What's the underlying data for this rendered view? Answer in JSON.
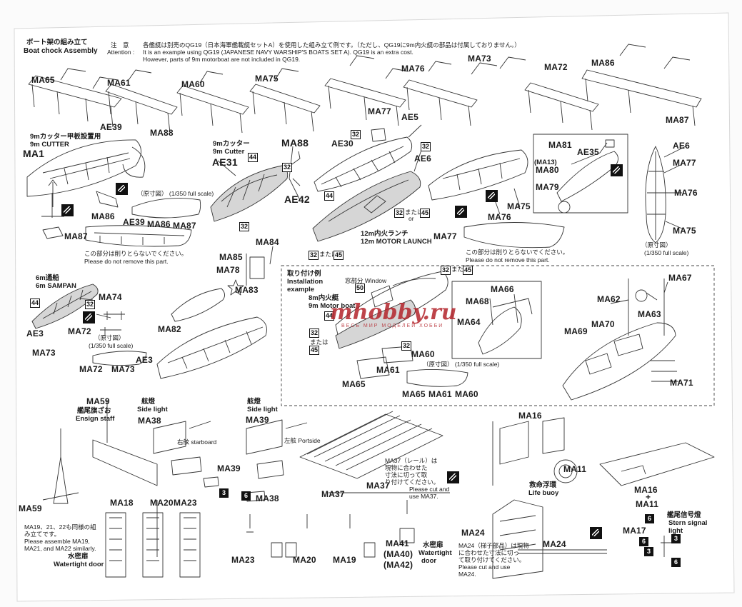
{
  "header": {
    "title_jp": "ボート架の組み立て",
    "title_en": "Boat chock Assembly",
    "attention_jp_label": "注　意",
    "attention_en_label": "Attention :",
    "attention_jp": "各艦艇は別売のQG19（日本海軍艦載艇セットA）を使用した組み立て例です。（ただし、QG19に9m内火艇の部品は付属しておりません。）",
    "attention_en_1": "It is an example using QG19 (JAPANESE NAVY WARSHIP'S BOATS SET A). QG19 is an extra cost.",
    "attention_en_2": "However, parts of 9m motorboat are not included in QG19."
  },
  "labels": {
    "ma65": "MA65",
    "ma61": "MA61",
    "ma60": "MA60",
    "ma75": "MA75",
    "ma76": "MA76",
    "ma77": "MA77",
    "ma73": "MA73",
    "ma72": "MA72",
    "ma86": "MA86",
    "ma87": "MA87",
    "ae5": "AE5",
    "ae6": "AE6",
    "ae39": "AE39",
    "ma88": "MA88",
    "ma1": "MA1",
    "ae30": "AE30",
    "ae31": "AE31",
    "ae42": "AE42",
    "ma81": "MA81",
    "ae35": "AE35",
    "ma13": "(MA13)",
    "ma80": "MA80",
    "ma79": "MA79",
    "ma84": "MA84",
    "ma85": "MA85",
    "ma78": "MA78",
    "ma83": "MA83",
    "ma74": "MA74",
    "ae3": "AE3",
    "ma82": "MA82",
    "ma67": "MA67",
    "ma62": "MA62",
    "ma63": "MA63",
    "ma66": "MA66",
    "ma68": "MA68",
    "ma64": "MA64",
    "ma69": "MA69",
    "ma70": "MA70",
    "ma71": "MA71",
    "ma59": "MA59",
    "ma38": "MA38",
    "ma39": "MA39",
    "ma16": "MA16",
    "ma11": "MA11",
    "ma18": "MA18",
    "ma20": "MA20",
    "ma23": "MA23",
    "ma37": "MA37",
    "ma19": "MA19",
    "ma41": "MA41",
    "ma40": "(MA40)",
    "ma42": "(MA42)",
    "ma24": "MA24",
    "ma17": "MA17"
  },
  "notes": {
    "cutter9_jp": "9mカッター甲板設置用",
    "cutter9_en": "9m CUTTER",
    "cutter9b_jp": "9mカッター",
    "cutter9b_en": "9m Cutter",
    "launch12_jp": "12m内火ランチ",
    "launch12_en": "12m MOTOR LAUNCH",
    "sampan_jp": "6m通船",
    "sampan_en": "6m SAMPAN",
    "fullscale_jp": "（原寸図）",
    "fullscale_en": "(1/350 full scale)",
    "donot_jp": "この部分は削りとらないでください。",
    "donot_en": "Please do not remove this part.",
    "install_jp": "取り付け例",
    "install_en": "Installation example",
    "window": "窓部分 Window",
    "motorboat_jp": "8m内火艇",
    "motorboat_en": "9m Motor boat",
    "or_jp": "または",
    "or_en": "or",
    "side_light_jp": "舷燈",
    "side_light_en": "Side light",
    "starboard": "右舷 starboard",
    "portside": "左舷 Portside",
    "ensign_jp": "艦尾旗ざお",
    "ensign_en": "Ensign staff",
    "buoy_jp": "救命浮環",
    "buoy_en": "Life buoy",
    "stern_jp": "艦尾信号燈",
    "stern_en1": "Stern signal",
    "stern_en2": "light",
    "wtd_jp": "水密扉",
    "wtd_en": "Watertight door",
    "wtd2_en1": "Watertight",
    "wtd2_en2": "door",
    "ma19_jp1": "MA19、21、22も同様の組",
    "ma19_jp2": "み立てです。",
    "ma19_en1": "Please assemble MA19,",
    "ma19_en2": "MA21, and MA22 similarly.",
    "ma37_jp1": "MA37（レール）は",
    "ma37_jp2": "現物に合わせた",
    "ma37_jp3": "寸法に切って取",
    "ma37_jp4": "り付けてください。",
    "ma37_en1": "Please cut and",
    "ma37_en2": "use MA37.",
    "ma24_jp1": "MA24（梯子部品）は現物",
    "ma24_jp2": "に合わせた寸法に切っ",
    "ma24_jp3": "て取り付けてください。",
    "ma24_en1": "Please cut and use",
    "ma24_en2": "MA24.",
    "plus": "+"
  },
  "callouts": {
    "n32": "32",
    "n44": "44",
    "n45": "45",
    "n50": "50",
    "n3": "3",
    "n6": "6"
  },
  "watermark": {
    "logo": "mhobby.ru",
    "sub": "ВЕСЬ МИР МОДЕЛЕЙ ХОББИ"
  }
}
